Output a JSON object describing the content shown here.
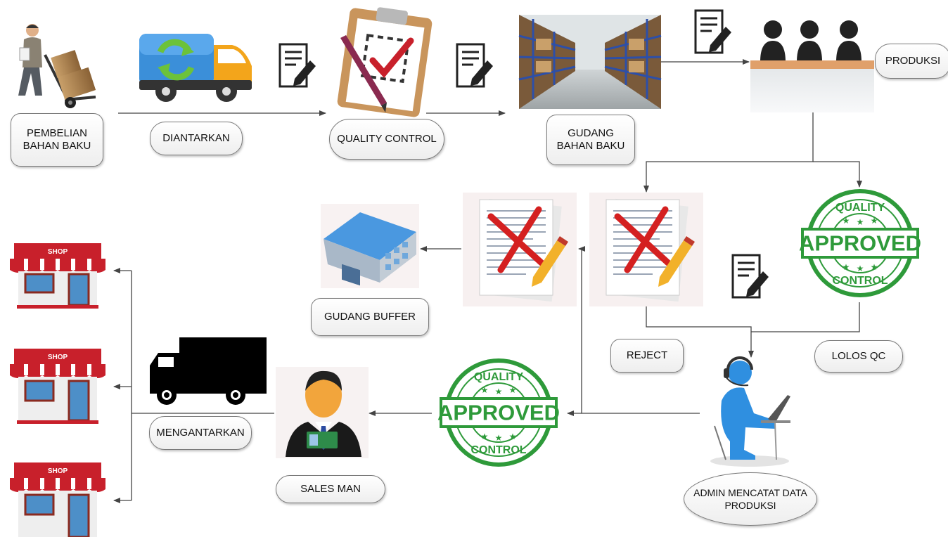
{
  "diagram": {
    "nodes": {
      "pembelian": "PEMBELIAN\nBAHAN BAKU",
      "diantarkan": "DIANTARKAN",
      "quality_control": "QUALITY CONTROL",
      "gudang_bahan_baku": "GUDANG\nBAHAN BAKU",
      "produksi": "PRODUKSI",
      "reject": "REJECT",
      "lolos_qc": "LOLOS QC",
      "gudang_buffer": "GUDANG BUFFER",
      "admin": "ADMIN MENCATAT DATA\nPRODUKSI",
      "sales_man": "SALES MAN",
      "mengantarkan": "MENGANTARKAN"
    },
    "stamps": {
      "top_arc": "QUALITY",
      "middle": "APPROVED",
      "bottom_arc": "CONTROL",
      "color": "#2e9a3a"
    },
    "shop_sign": "SHOP",
    "icons": [
      "worker-with-hand-truck-icon",
      "delivery-truck-icon",
      "document-edit-icon",
      "clipboard-check-icon",
      "warehouse-shelves-icon",
      "production-team-icon",
      "rejected-document-icon",
      "quality-approved-stamp-icon",
      "buffer-warehouse-icon",
      "admin-operator-icon",
      "salesman-icon",
      "black-truck-icon",
      "shop-icon"
    ],
    "colors": {
      "arrow": "#555555",
      "truck_body": "#3b8fd9",
      "truck_cab": "#f3a51b",
      "shop_awning": "#c8202b"
    }
  }
}
